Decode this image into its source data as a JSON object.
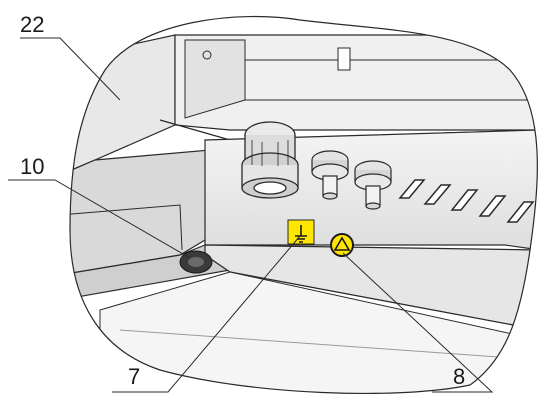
{
  "callouts": [
    {
      "id": "c22",
      "label": "22"
    },
    {
      "id": "c10",
      "label": "10"
    },
    {
      "id": "c7",
      "label": "7"
    },
    {
      "id": "c8",
      "label": "8"
    }
  ],
  "colors": {
    "outline": "#2a2a2a",
    "panel_light": "#f2f2f2",
    "panel_mid": "#e3e3e3",
    "panel_dark": "#c9c9c9",
    "ground_symbol_bg": "#ffe600",
    "warning_ring": "#ffe600"
  },
  "icons": {
    "earth_symbol": "earth-ground-icon",
    "warning_symbol": "warning-triangle-icon"
  }
}
